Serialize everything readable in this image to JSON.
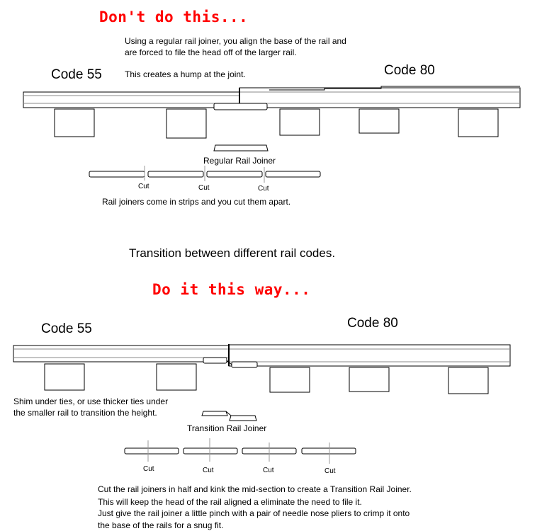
{
  "top": {
    "heading": "Don't do this...",
    "intro_line1": "Using a regular rail joiner, you align the base of the rail and",
    "intro_line2": "are forced to file the head off of the larger rail.",
    "hump_note": "This creates a hump at the joint.",
    "code_small": "Code 55",
    "code_large": "Code 80",
    "joiner_label": "Regular Rail Joiner",
    "cut_labels": [
      "Cut",
      "Cut",
      "Cut"
    ],
    "strip_note": "Rail joiners come in strips and you cut them apart."
  },
  "middle_title": "Transition between different rail codes.",
  "bottom": {
    "heading": "Do it this way...",
    "code_small": "Code 55",
    "code_large": "Code 80",
    "shim_line1": "Shim under ties, or use thicker ties under",
    "shim_line2": "the smaller rail to transition the height.",
    "joiner_label": "Transition Rail Joiner",
    "cut_labels": [
      "Cut",
      "Cut",
      "Cut",
      "Cut"
    ],
    "instructions": [
      "Cut the rail joiners in half and kink the mid-section to create a Transition Rail Joiner.",
      "This will keep the head of the rail aligned a eliminate the need to file it.",
      "Just give the rail joiner a little pinch with a pair of needle nose pliers to crimp it onto",
      "the base of the rails for a snug fit."
    ]
  },
  "colors": {
    "heading": "#ff0000",
    "lines": "#000000",
    "rail_shade": "#888888",
    "background": "#ffffff"
  }
}
